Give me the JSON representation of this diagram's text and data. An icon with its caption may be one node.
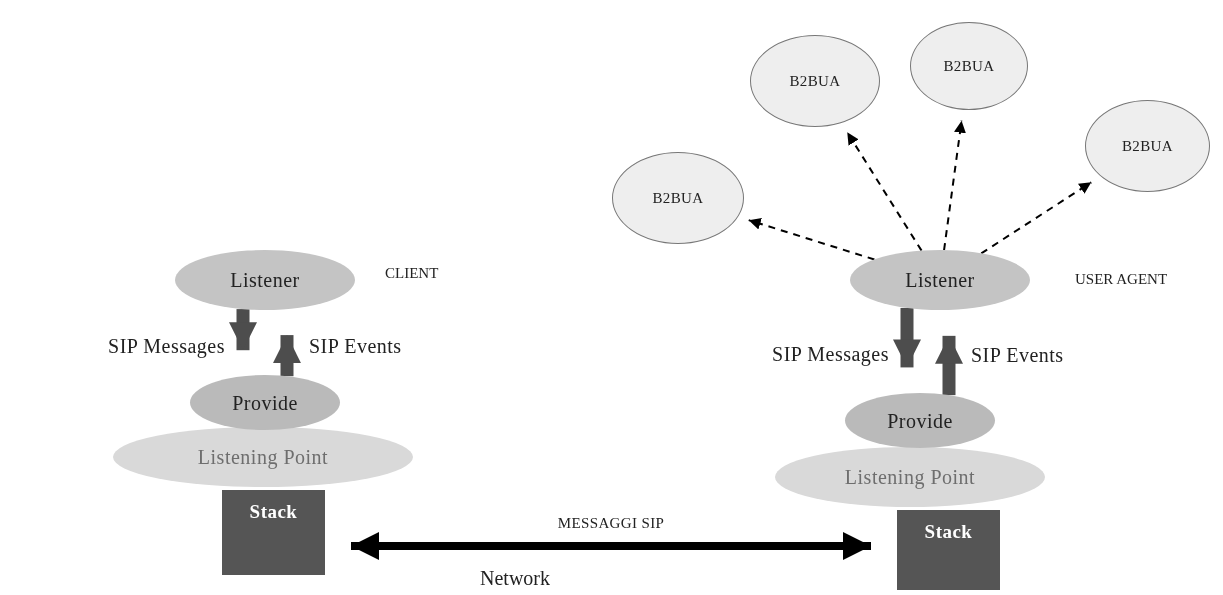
{
  "diagram": {
    "nodes": [
      {
        "text": [
          "Listener"
        ]
      },
      {
        "text": [
          "Provide"
        ]
      },
      {
        "text": [
          "Listening Point"
        ]
      },
      {
        "text": [
          "Stack"
        ]
      },
      {
        "text": [
          "B2BUA"
        ]
      },
      {
        "text": [
          "B2BUA"
        ]
      },
      {
        "text": [
          "B2BUA"
        ]
      },
      {
        "text": [
          "B2BUA"
        ]
      },
      {
        "text": [
          "Listener"
        ]
      },
      {
        "text": [
          "Provide"
        ]
      },
      {
        "text": [
          "Listening Point"
        ]
      },
      {
        "text": [
          "Stack"
        ]
      }
    ],
    "edges": [
      {
        "from": 0,
        "to": 1,
        "arrow": "to",
        "label": "SIP Messages",
        "color": "#4d4d4d"
      },
      {
        "from": 1,
        "to": 0,
        "arrow": "to",
        "label": "SIP Events",
        "color": "#4d4d4d"
      },
      {
        "from": 8,
        "to": 9,
        "arrow": "to",
        "label": "SIP Messages",
        "color": "#4d4d4d"
      },
      {
        "from": 9,
        "to": 8,
        "arrow": "to",
        "label": "SIP Events",
        "color": "#4d4d4d"
      },
      {
        "from": 8,
        "to": 4,
        "arrow": "to",
        "style": "dashed"
      },
      {
        "from": 8,
        "to": 5,
        "arrow": "to",
        "style": "dashed"
      },
      {
        "from": 8,
        "to": 6,
        "arrow": "to",
        "style": "dashed"
      },
      {
        "from": 8,
        "to": 7,
        "arrow": "to",
        "style": "dashed"
      },
      {
        "from": 3,
        "to": 11,
        "arrow": "both",
        "label": "MESSAGGI SIP"
      }
    ],
    "labels": [
      "CLIENT",
      "USER AGENT",
      "Network"
    ]
  }
}
